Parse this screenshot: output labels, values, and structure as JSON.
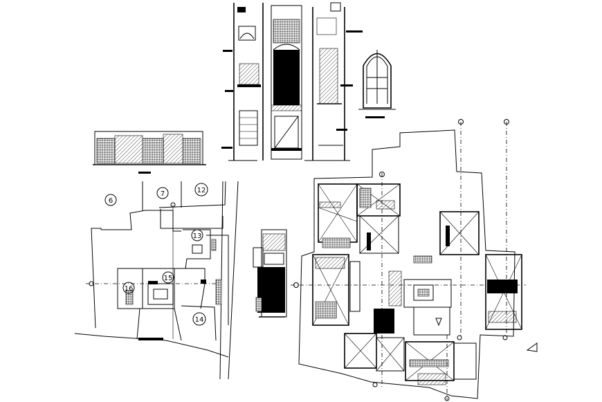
{
  "site_plan": {
    "plot_numbers": [
      "6",
      "7",
      "12",
      "13",
      "15",
      "16",
      "14"
    ]
  },
  "colors": {
    "line": "#000000",
    "background": "#ffffff"
  }
}
